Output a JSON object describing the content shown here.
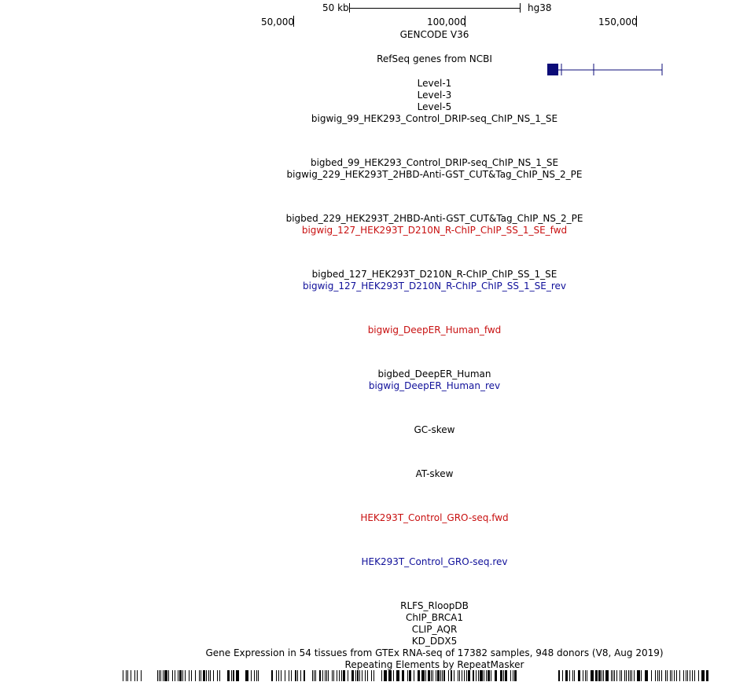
{
  "ruler": {
    "scale_label": "50 kb",
    "assembly": "hg38",
    "positions": [
      "50,000",
      "100,000",
      "150,000"
    ]
  },
  "tracks": {
    "gencode": "GENCODE V36",
    "refseq": "RefSeq genes from NCBI",
    "level1": "Level-1",
    "level3": "Level-3",
    "level5": "Level-5",
    "bigwig_99": "bigwig_99_HEK293_Control_DRIP-seq_ChIP_NS_1_SE",
    "bigbed_99": "bigbed_99_HEK293_Control_DRIP-seq_ChIP_NS_1_SE",
    "bigwig_229": "bigwig_229_HEK293T_2HBD-Anti-GST_CUT&Tag_ChIP_NS_2_PE",
    "bigbed_229": "bigbed_229_HEK293T_2HBD-Anti-GST_CUT&Tag_ChIP_NS_2_PE",
    "bigwig_127_fwd": "bigwig_127_HEK293T_D210N_R-ChIP_ChIP_SS_1_SE_fwd",
    "bigbed_127": "bigbed_127_HEK293T_D210N_R-ChIP_ChIP_SS_1_SE",
    "bigwig_127_rev": "bigwig_127_HEK293T_D210N_R-ChIP_ChIP_SS_1_SE_rev",
    "deeper_fwd": "bigwig_DeepER_Human_fwd",
    "deeper_bed": "bigbed_DeepER_Human",
    "deeper_rev": "bigwig_DeepER_Human_rev",
    "gc_skew": "GC-skew",
    "at_skew": "AT-skew",
    "gro_fwd": "HEK293T_Control_GRO-seq.fwd",
    "gro_rev": "HEK293T_Control_GRO-seq.rev",
    "rlfs": "RLFS_RloopDB",
    "chip_brca1": "ChIP_BRCA1",
    "clip_aqr": "CLIP_AQR",
    "kd_ddx5": "KD_DDX5",
    "gtex": "Gene Expression in 54 tissues from GTEx RNA-seq of 17382 samples, 948 donors (V8, Aug 2019)",
    "repeatmasker": "Repeating Elements by RepeatMasker"
  },
  "colors": {
    "fwd": "#c81010",
    "rev": "#10109a",
    "gene": "#0c0c78"
  }
}
